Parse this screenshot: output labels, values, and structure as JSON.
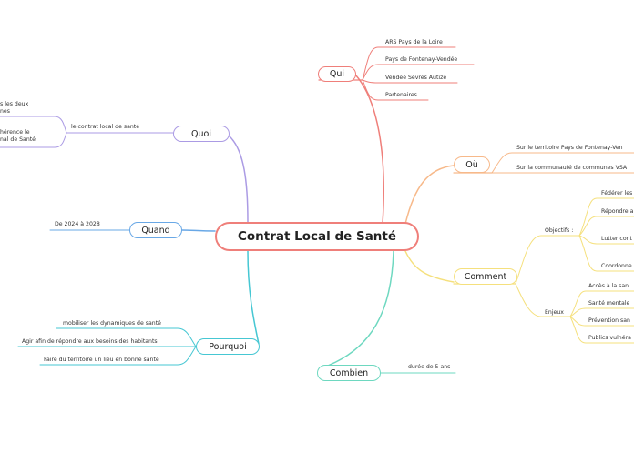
{
  "center": {
    "label": "Contrat Local de Santé"
  },
  "colors": {
    "qui": "#ef7f7a",
    "ou": "#f7b98a",
    "comment": "#f5e07d",
    "combien": "#6ed8c0",
    "pourquoi": "#46c7d3",
    "quand": "#69a8e6",
    "quoi": "#ab9be4"
  },
  "qui": {
    "label": "Qui",
    "items": [
      "ARS Pays de la Loire",
      "Pays de Fontenay-Vendée",
      "Vendée Sèvres Autize",
      "Partenaires"
    ]
  },
  "ou": {
    "label": "Où",
    "items": [
      "Sur le territoire Pays de Fontenay-Ven",
      "Sur la communauté de communes VSA"
    ]
  },
  "comment": {
    "label": "Comment",
    "objectifs": {
      "label": "Objectifs :",
      "items": [
        "Fédérer les",
        "Répondre a",
        "Lutter cont",
        "Coordonne"
      ]
    },
    "enjeux": {
      "label": "Enjeux",
      "items": [
        "Accès à la san",
        "Santé mentale",
        "Prévention san",
        "Publics vulnéra"
      ]
    }
  },
  "combien": {
    "label": "Combien",
    "items": [
      "durée de 5 ans"
    ]
  },
  "pourquoi": {
    "label": "Pourquoi",
    "items": [
      "mobiliser les dynamiques de santé",
      "Agir afin de répondre aux besoins des habitants",
      "Faire du territoire un lieu en bonne santé"
    ]
  },
  "quand": {
    "label": "Quand",
    "items": [
      "De 2024 à 2028"
    ]
  },
  "quoi": {
    "label": "Quoi",
    "items": [
      "le contrat local de santé"
    ],
    "subitems": [
      {
        "line1": "s les deux",
        "line2": "nes"
      },
      {
        "line1": "hérence le",
        "line2": "nal de Santé"
      }
    ]
  }
}
